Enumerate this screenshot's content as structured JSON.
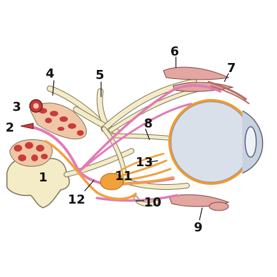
{
  "labels": {
    "n1": "1",
    "n2": "2",
    "n3": "3",
    "n4": "4",
    "n5": "5",
    "n6": "6",
    "n7": "7",
    "n8": "8",
    "n9": "9",
    "n10": "10",
    "n11": "11",
    "n12": "12",
    "n13": "13"
  },
  "colors": {
    "nerve": "#f4ecc6",
    "nerve_outline": "#7a7458",
    "pink_fiber": "#e27ab6",
    "orange_fiber": "#f2a03a",
    "eyeball": "#d9e0ea",
    "sclera_ring": "#f29a2c",
    "muscle": "#e3a6a0",
    "gland": "#c93b3b",
    "gland_tissue": "#f0c7a6"
  }
}
